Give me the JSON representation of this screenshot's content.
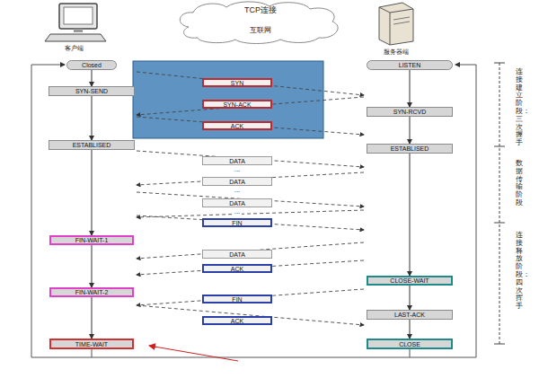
{
  "diagram": {
    "nodes": [
      {
        "text": [
          "Closed"
        ]
      },
      {
        "text": [
          "LISTEN"
        ]
      },
      {
        "text": [
          "SYN"
        ]
      },
      {
        "text": [
          "SYN-SEND"
        ]
      },
      {
        "text": [
          "SYN-ACK"
        ]
      },
      {
        "text": [
          "SYN-RCVD"
        ]
      },
      {
        "text": [
          "ACK"
        ]
      },
      {
        "text": [
          "ESTABLISED"
        ]
      },
      {
        "text": [
          "ESTABLISED"
        ]
      },
      {
        "text": [
          "DATA"
        ]
      },
      {
        "text": [
          "DATA"
        ]
      },
      {
        "text": [
          "DATA"
        ]
      },
      {
        "text": [
          "FIN"
        ]
      },
      {
        "text": [
          "FIN-WAIT-1"
        ]
      },
      {
        "text": [
          "DATA"
        ]
      },
      {
        "text": [
          "ACK"
        ]
      },
      {
        "text": [
          "CLOSE-WAIT"
        ]
      },
      {
        "text": [
          "FIN-WAIT-2"
        ]
      },
      {
        "text": [
          "FIN"
        ]
      },
      {
        "text": [
          "LAST-ACK"
        ]
      },
      {
        "text": [
          "ACK"
        ]
      },
      {
        "text": [
          "TIME-WAIT"
        ]
      },
      {
        "text": [
          "CLOSE"
        ]
      }
    ],
    "edges": [
      {
        "from": 0,
        "to": 3,
        "arrow": "to"
      },
      {
        "from": 3,
        "to": 7,
        "arrow": "to"
      },
      {
        "from": 7,
        "to": 13,
        "arrow": "to"
      },
      {
        "from": 13,
        "to": 17,
        "arrow": "to"
      },
      {
        "from": 17,
        "to": 21,
        "arrow": "to"
      },
      {
        "from": 1,
        "to": 5,
        "arrow": "to"
      },
      {
        "from": 5,
        "to": 8,
        "arrow": "to"
      },
      {
        "from": 8,
        "to": 16,
        "arrow": "to"
      },
      {
        "from": 16,
        "to": 19,
        "arrow": "to"
      },
      {
        "from": 19,
        "to": 22,
        "arrow": "to"
      }
    ],
    "labels": [
      "TCP连接",
      "互联网",
      "客户端",
      "服务器端",
      "...",
      "...",
      "...",
      "连接建立阶段：三次握手",
      "数据传输阶段",
      "连接释放阶段：四次挥手"
    ]
  }
}
